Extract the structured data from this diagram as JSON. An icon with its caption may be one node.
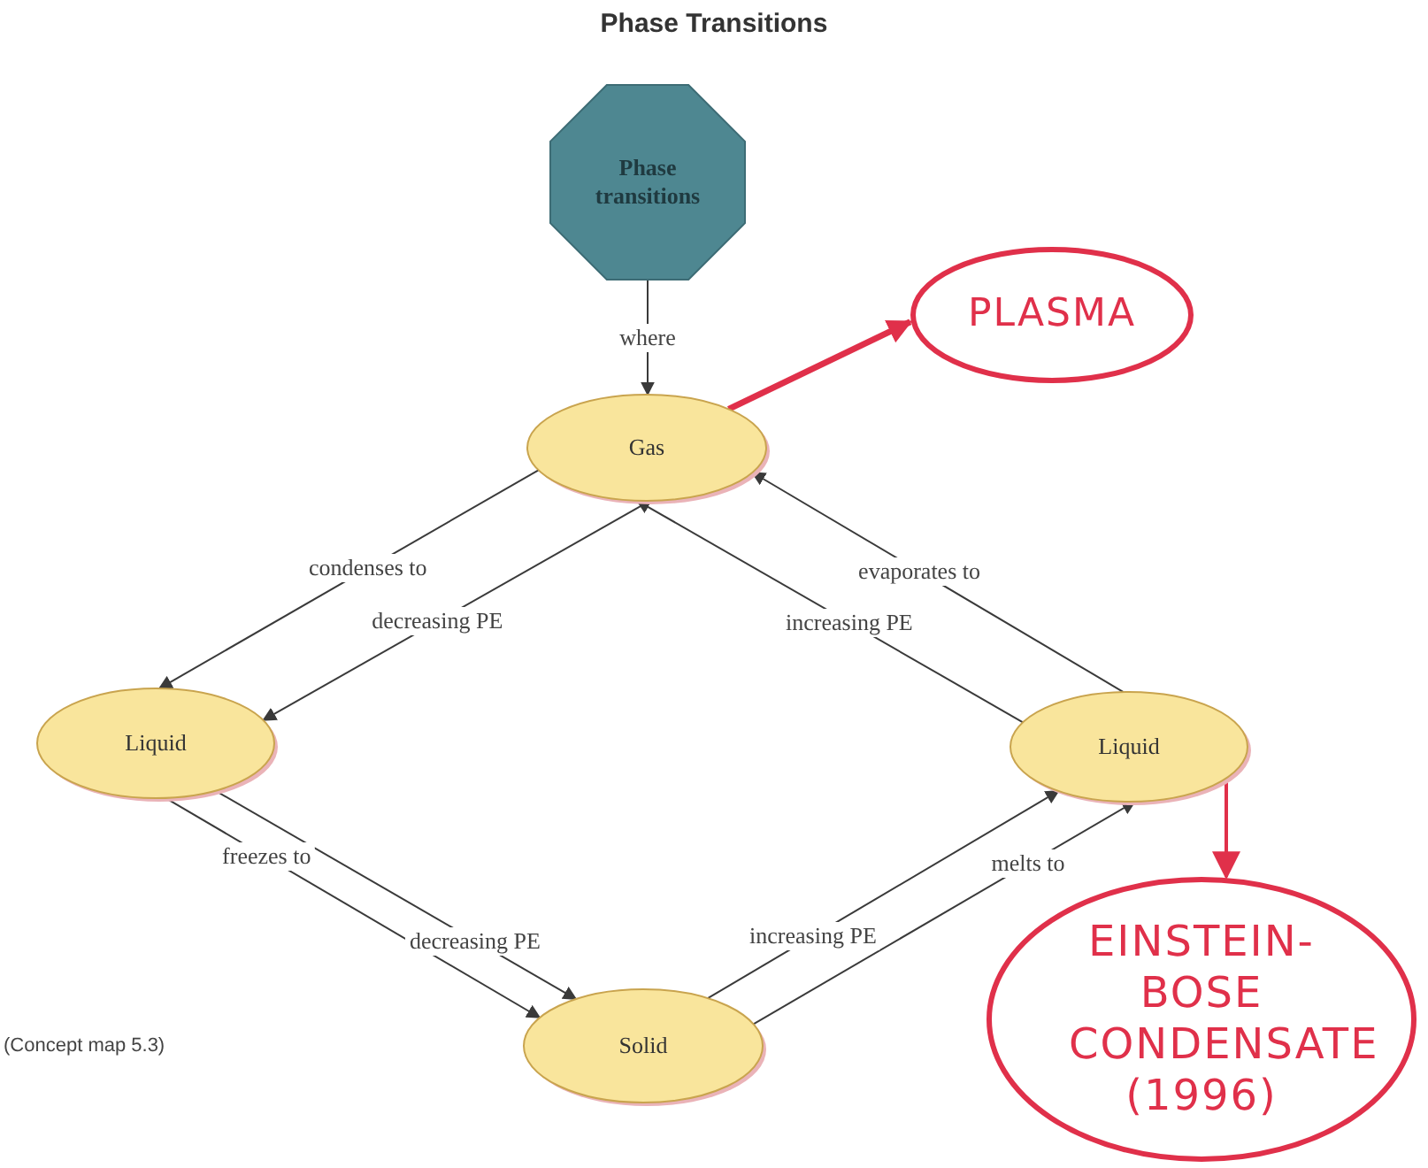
{
  "diagram": {
    "title": "Phase Transitions",
    "nodes": [
      {
        "text": [
          "Phase transitions"
        ]
      },
      {
        "text": [
          "Gas"
        ]
      },
      {
        "text": [
          "Liquid"
        ]
      },
      {
        "text": [
          "Liquid"
        ]
      },
      {
        "text": [
          "Solid"
        ]
      },
      {
        "text": [
          "PLASMA"
        ]
      },
      {
        "text": [
          "EINSTEIN- BOSE CONDENSATE (1996)"
        ]
      }
    ],
    "edges": [
      {
        "from": 0,
        "to": 1,
        "arrow": "to",
        "label": "where"
      },
      {
        "from": 1,
        "to": 2,
        "arrow": "to",
        "label": "condenses to"
      },
      {
        "from": 1,
        "to": 2,
        "arrow": "to",
        "label": "decreasing PE"
      },
      {
        "from": 3,
        "to": 1,
        "arrow": "to",
        "label": "evaporates to"
      },
      {
        "from": 3,
        "to": 1,
        "arrow": "to",
        "label": "increasing PE"
      },
      {
        "from": 2,
        "to": 4,
        "arrow": "to",
        "label": "freezes to"
      },
      {
        "from": 2,
        "to": 4,
        "arrow": "to",
        "label": "decreasing PE"
      },
      {
        "from": 4,
        "to": 3,
        "arrow": "to",
        "label": "increasing PE"
      },
      {
        "from": 4,
        "to": 3,
        "arrow": "to",
        "label": "melts to"
      },
      {
        "from": 1,
        "to": 5,
        "arrow": "to",
        "style": "thick",
        "color": "#e0304a"
      },
      {
        "from": 3,
        "to": 6,
        "arrow": "to",
        "color": "#e0304a"
      }
    ],
    "labels": [
      "(Concept map 5.3)"
    ]
  }
}
